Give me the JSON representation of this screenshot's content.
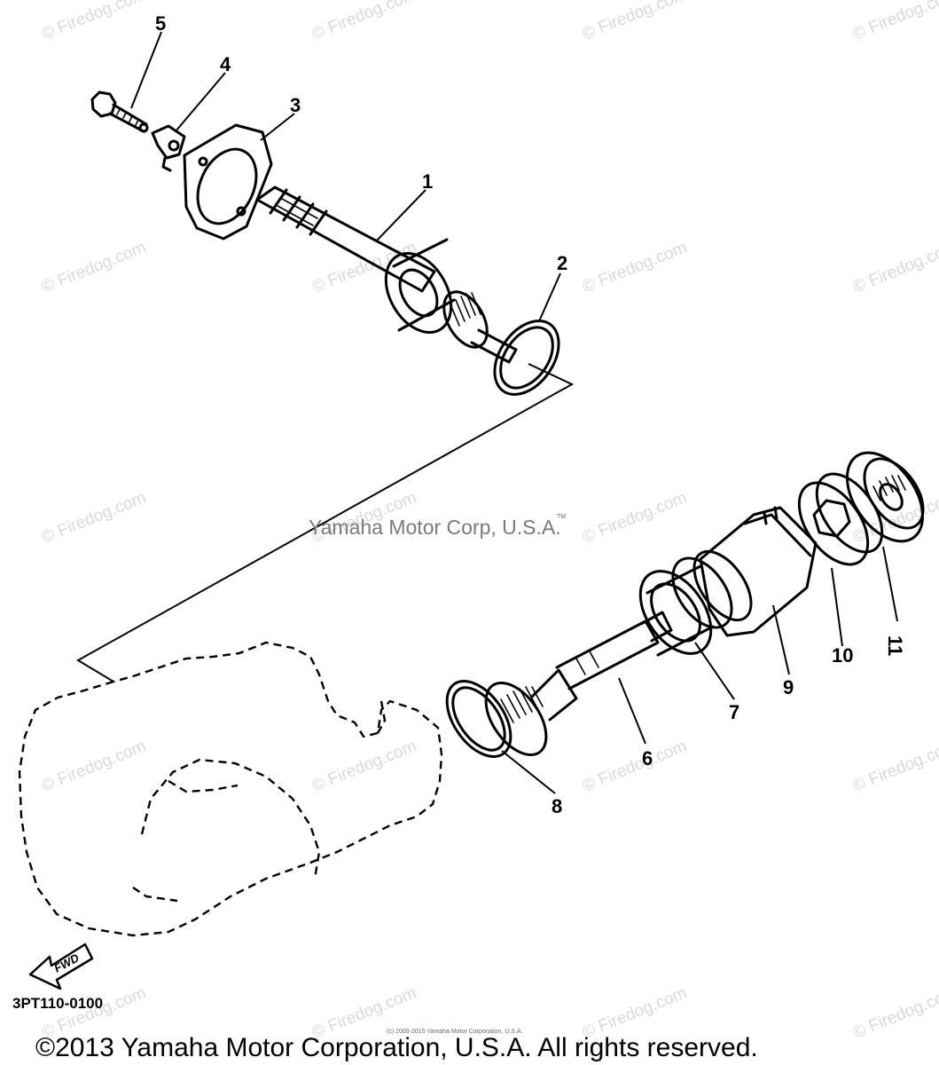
{
  "watermark": {
    "text": "© Firedog.com"
  },
  "center_watermark": "Yamaha Motor Corp, U.S.A.",
  "tm_mark": "TM",
  "fwd_label": "FWD",
  "diagram_code": "3PT110-0100",
  "fine_print": "(c) 2005-2015 Yamaha Motor Corporation, U.S.A.",
  "copyright": "©2013 Yamaha Motor Corporation, U.S.A. All rights reserved.",
  "callouts": [
    "1",
    "2",
    "3",
    "4",
    "5",
    "6",
    "7",
    "8",
    "9",
    "10",
    "11"
  ]
}
